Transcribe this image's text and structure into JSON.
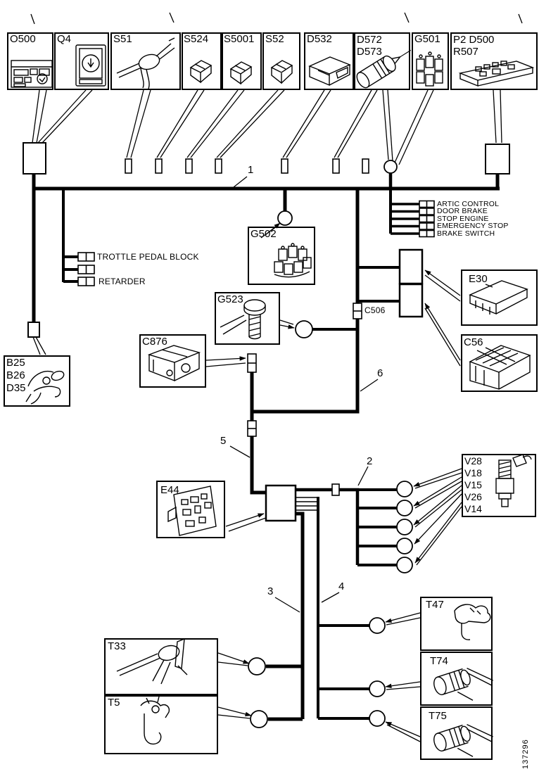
{
  "figure_number": "137296",
  "top_row": [
    {
      "label": "O500"
    },
    {
      "label": "Q4"
    },
    {
      "label": "S51"
    },
    {
      "label": "S524"
    },
    {
      "label": "S5001"
    },
    {
      "label": "S52"
    },
    {
      "label": "D532"
    },
    {
      "label": "D572",
      "label2": "D573"
    },
    {
      "label": "G501"
    },
    {
      "label": "P2 D500",
      "label2": "R507"
    }
  ],
  "components": {
    "g502": {
      "label": "G502"
    },
    "g523": {
      "label": "G523"
    },
    "c876": {
      "label": "C876"
    },
    "e30": {
      "label": "E30"
    },
    "c56": {
      "label": "C56"
    },
    "e44": {
      "label": "E44"
    },
    "pedal_unit": {
      "line1": "B25",
      "line2": "B26",
      "line3": "D35"
    },
    "valve_unit": {
      "line1": "V28",
      "line2": "V18",
      "line3": "V15",
      "line4": "V26",
      "line5": "V14"
    },
    "t33": {
      "label": "T33"
    },
    "t5": {
      "label": "T5"
    },
    "t47": {
      "label": "T47"
    },
    "t74": {
      "label": "T74"
    },
    "t75": {
      "label": "T75"
    }
  },
  "stub_labels_right": [
    "ARTIC CONTROL",
    "DOOR BRAKE",
    "STOP ENGINE",
    "EMERGENCY STOP",
    "BRAKE SWITCH"
  ],
  "stub_labels_left": [
    "TROTTLE PEDAL BLOCK",
    "RETARDER"
  ],
  "inline_connector_label": "C506",
  "wire_numbers": {
    "n1": "1",
    "n2": "2",
    "n3": "3",
    "n4": "4",
    "n5": "5",
    "n6": "6"
  },
  "colors": {
    "line": "#000000",
    "background": "#ffffff"
  }
}
